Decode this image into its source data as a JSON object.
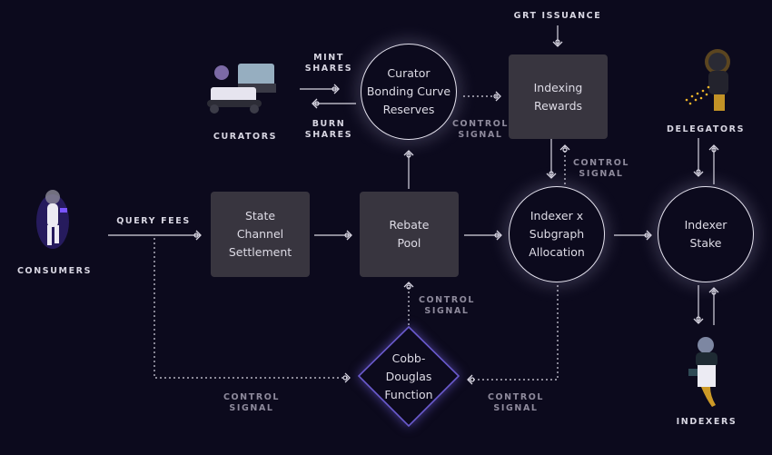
{
  "nodes": {
    "curator_reserves": "Curator Bonding Curve Reserves",
    "curator_reserves_lines": [
      "Curator",
      "Bonding Curve",
      "Reserves"
    ],
    "indexing_rewards_lines": [
      "Indexing",
      "Rewards"
    ],
    "state_channel_lines": [
      "State",
      "Channel",
      "Settlement"
    ],
    "rebate_pool_lines": [
      "Rebate",
      "Pool"
    ],
    "allocation_lines": [
      "Indexer x",
      "Subgraph",
      "Allocation"
    ],
    "indexer_stake_lines": [
      "Indexer",
      "Stake"
    ],
    "cobb_douglas_lines": [
      "Cobb-",
      "Douglas",
      "Function"
    ]
  },
  "actors": {
    "curators": "CURATORS",
    "consumers": "CONSUMERS",
    "delegators": "DELEGATORS",
    "indexers": "INDEXERS"
  },
  "edge_labels": {
    "mint_shares": [
      "MINT",
      "SHARES"
    ],
    "burn_shares": [
      "BURN",
      "SHARES"
    ],
    "grt_issuance": "GRT ISSUANCE",
    "query_fees": "QUERY FEES",
    "control_signal": [
      "CONTROL",
      "SIGNAL"
    ]
  },
  "colors": {
    "background": "#0c0a1d",
    "box": "#38353f",
    "diamond": "#6a5acd",
    "line": "#d8d6e2"
  }
}
